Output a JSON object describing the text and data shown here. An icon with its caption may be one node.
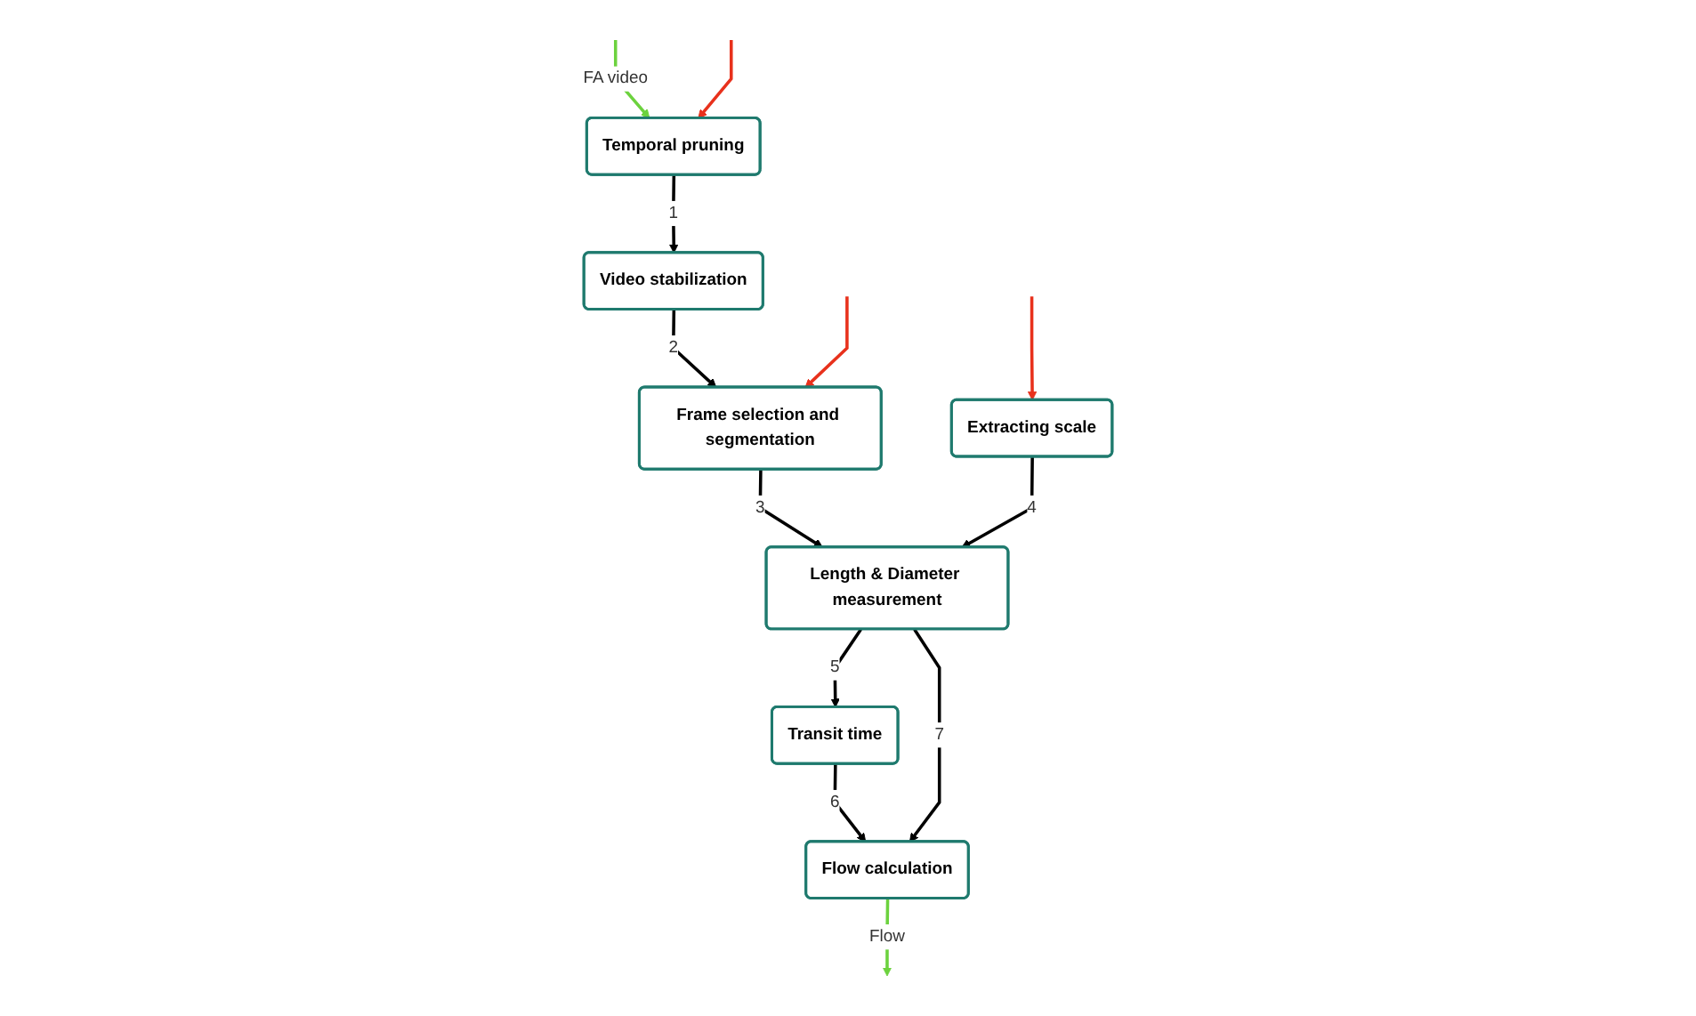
{
  "diagram": {
    "nodes": [
      {
        "text": [
          "Temporal pruning"
        ]
      },
      {
        "text": [
          "Video stabilization"
        ]
      },
      {
        "text": [
          "Extracting scale"
        ]
      },
      {
        "text": [
          "Frame selection and segmentation"
        ]
      },
      {
        "text": [
          "Length & Diameter measurement"
        ]
      },
      {
        "text": [
          "Flow calculation"
        ]
      },
      {
        "text": [
          "Transit time"
        ]
      }
    ],
    "edges": [
      {
        "from": null,
        "to": 0,
        "arrow": "to",
        "label": "FA video",
        "color": "#6cd23e"
      },
      {
        "from": null,
        "to": 0,
        "arrow": "to",
        "color": "#e8311c"
      },
      {
        "from": 0,
        "to": 1,
        "arrow": "to",
        "label": "1"
      },
      {
        "from": null,
        "to": 2,
        "arrow": "to",
        "color": "#e8311c"
      },
      {
        "from": 1,
        "to": 3,
        "arrow": "to",
        "label": "2"
      },
      {
        "from": null,
        "to": 3,
        "arrow": "to",
        "color": "#e8311c"
      },
      {
        "from": 3,
        "to": 4,
        "arrow": "to",
        "label": "3"
      },
      {
        "from": 2,
        "to": 4,
        "arrow": "to",
        "label": "4"
      },
      {
        "from": 4,
        "to": 6,
        "arrow": "to",
        "label": "5"
      },
      {
        "from": 6,
        "to": 5,
        "arrow": "to",
        "label": "6"
      },
      {
        "from": 4,
        "to": 5,
        "arrow": "to",
        "label": "7"
      },
      {
        "from": 5,
        "to": null,
        "arrow": "to",
        "label": "Flow",
        "color": "#6cd23e"
      }
    ]
  }
}
